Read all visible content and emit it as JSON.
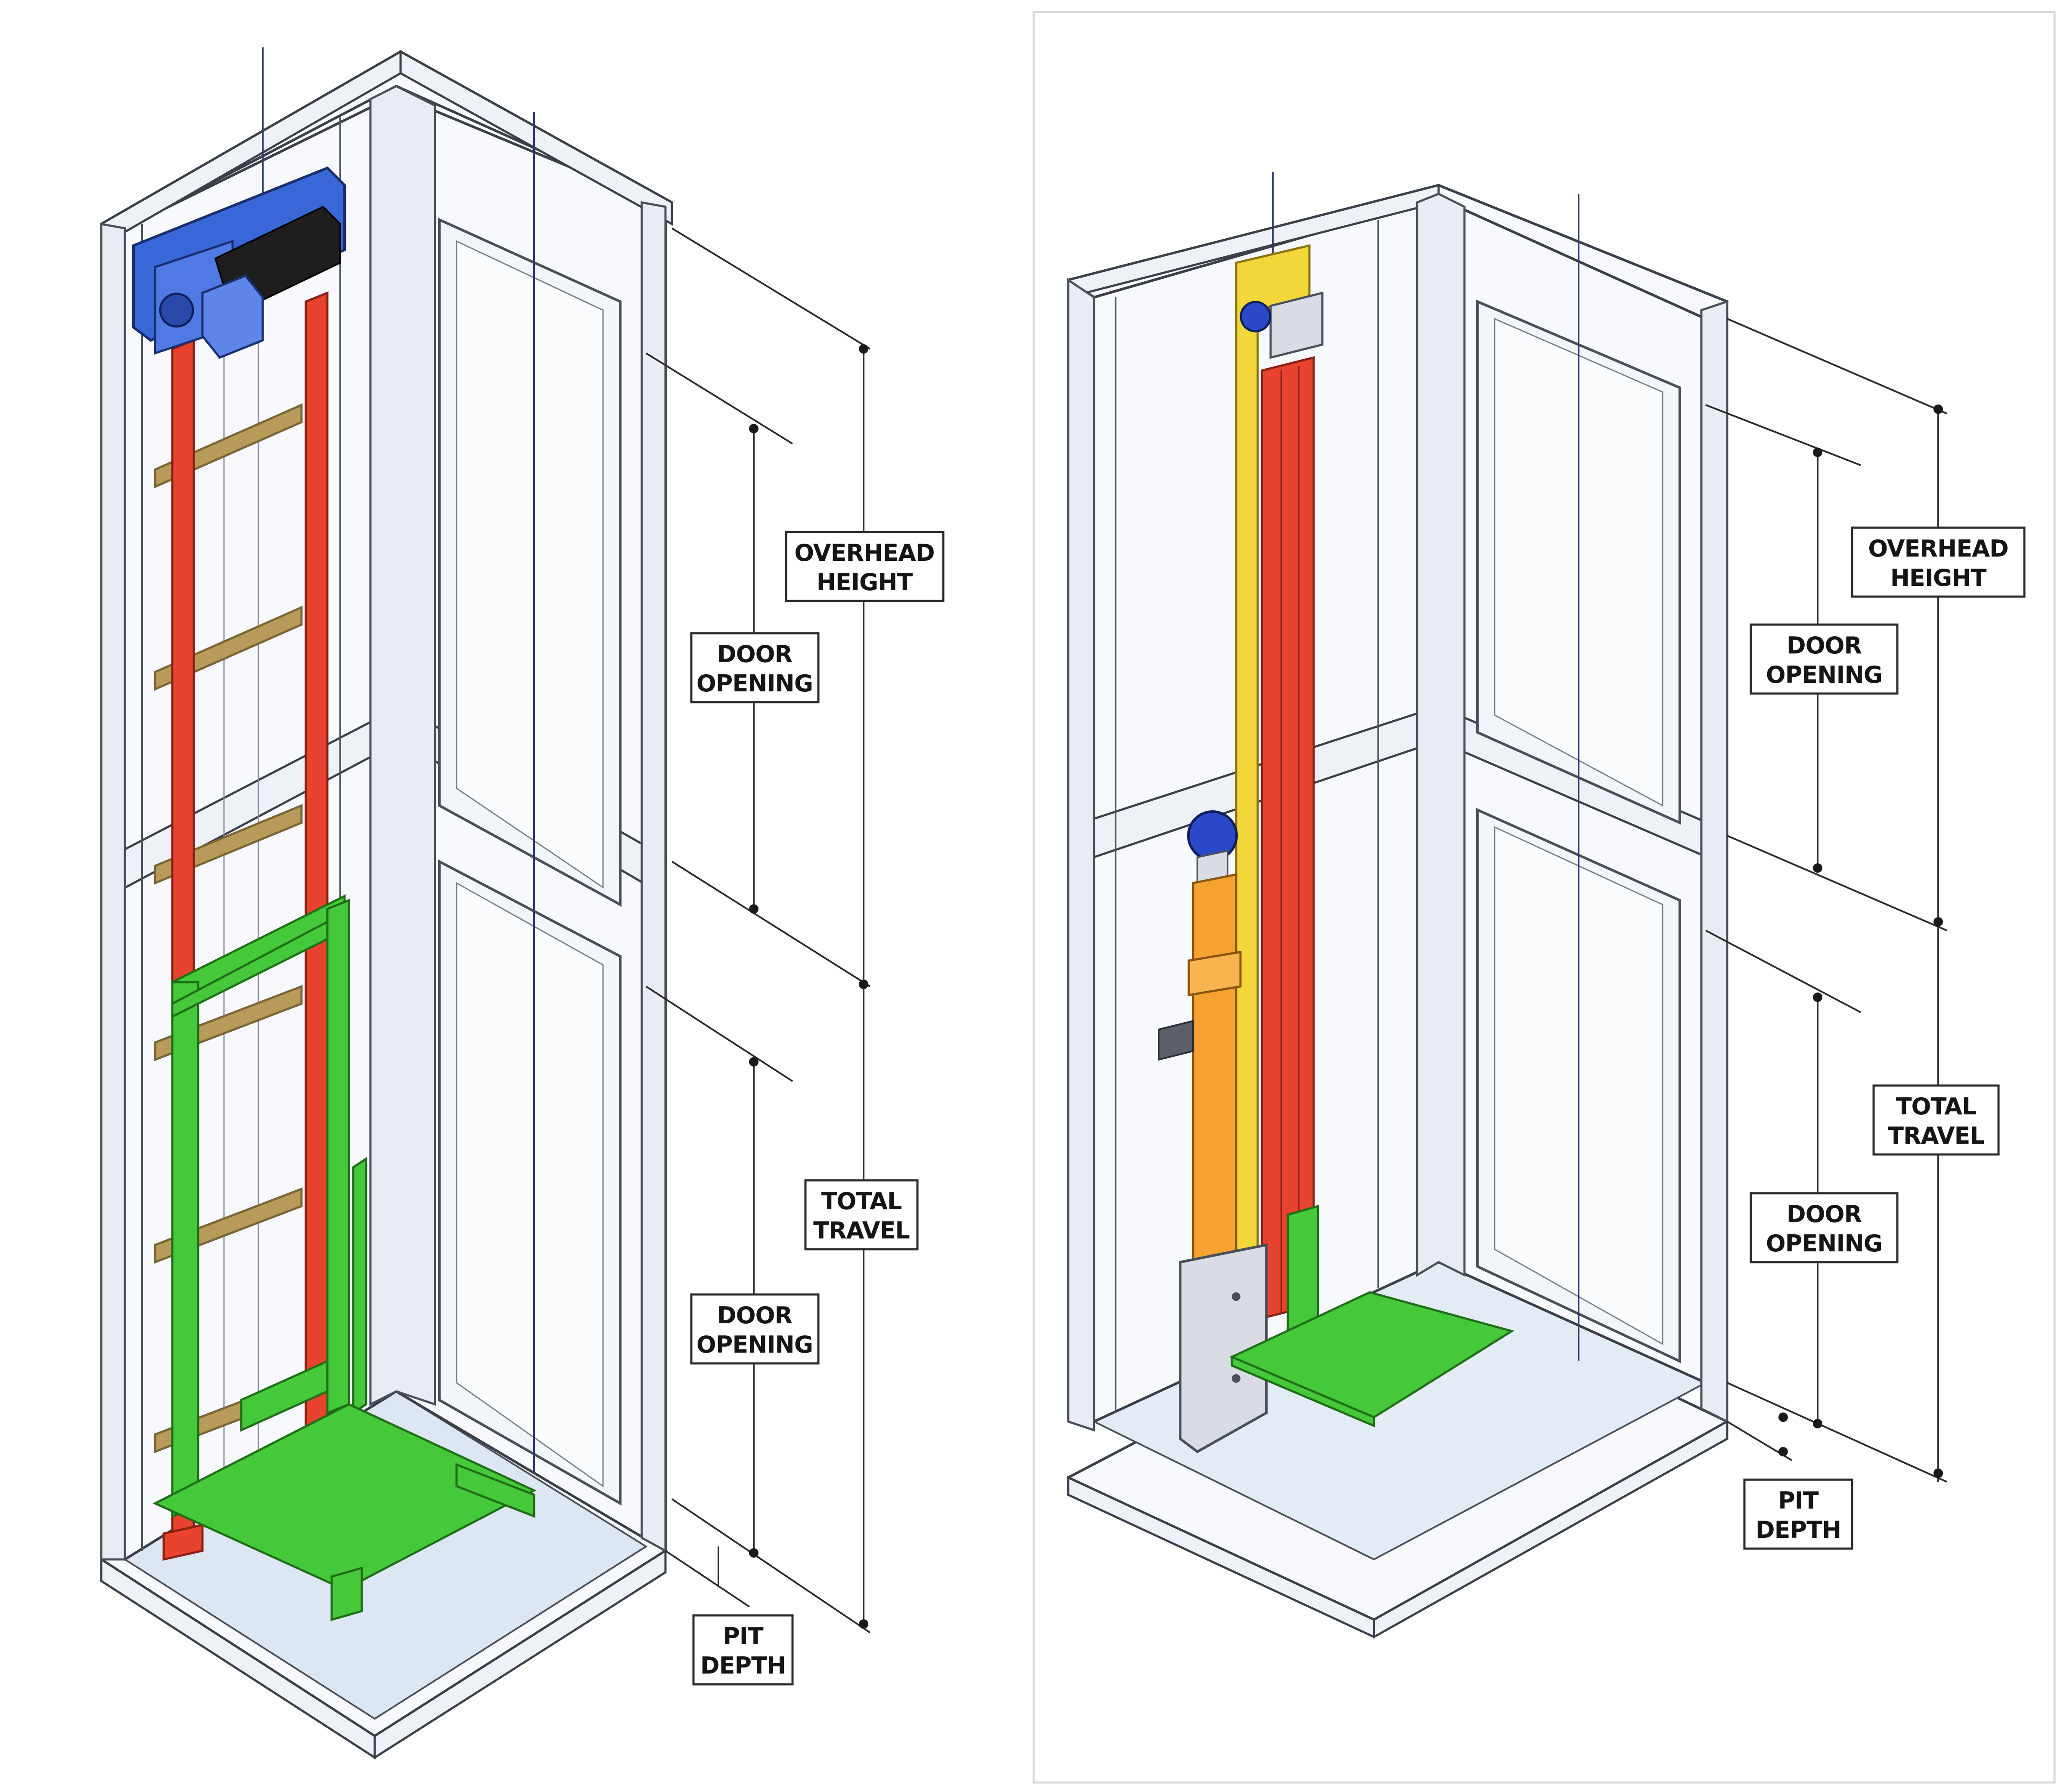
{
  "diagrams": [
    {
      "labels": {
        "overhead_height": [
          "OVERHEAD",
          "HEIGHT"
        ],
        "door_opening_upper": [
          "DOOR",
          "OPENING"
        ],
        "total_travel": [
          "TOTAL",
          "TRAVEL"
        ],
        "door_opening_lower": [
          "DOOR",
          "OPENING"
        ],
        "pit_depth": [
          "PIT",
          "DEPTH"
        ]
      },
      "colors": {
        "drive_unit": "#3a67d8",
        "guide_rail": "#e8432e",
        "car_frame": "#45c83a",
        "rungs": "#b89a5a"
      }
    },
    {
      "labels": {
        "overhead_height": [
          "OVERHEAD",
          "HEIGHT"
        ],
        "door_opening_upper": [
          "DOOR",
          "OPENING"
        ],
        "total_travel": [
          "TOTAL",
          "TRAVEL"
        ],
        "door_opening_lower": [
          "DOOR",
          "OPENING"
        ],
        "pit_depth": [
          "PIT",
          "DEPTH"
        ]
      },
      "colors": {
        "hydraulic_cylinder": "#f5a231",
        "guide_rail": "#e8432e",
        "mast": "#f2d63a",
        "platform": "#45c83a",
        "sheave": "#2a48c8"
      }
    }
  ]
}
